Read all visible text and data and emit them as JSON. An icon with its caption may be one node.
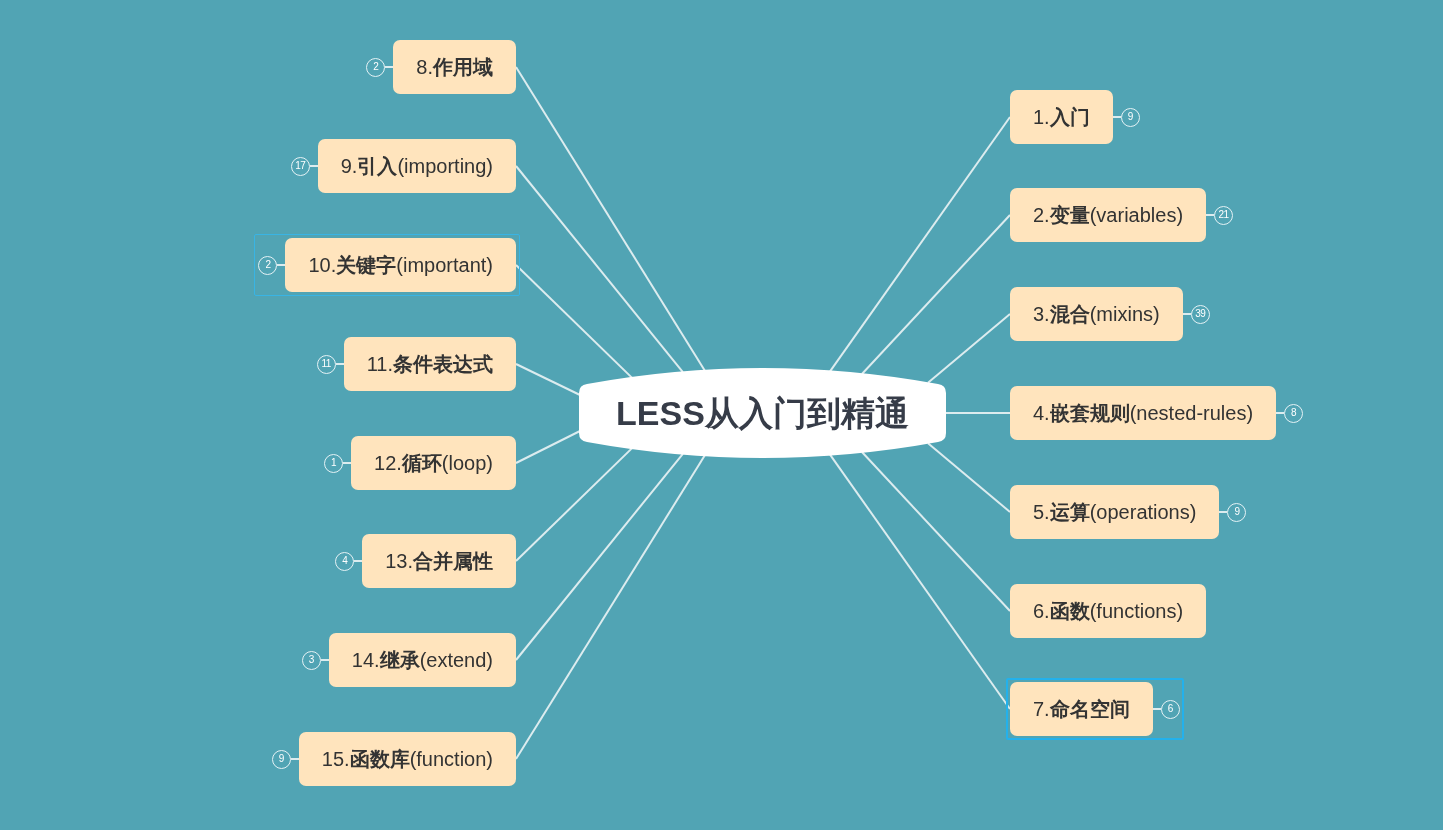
{
  "diagram": {
    "nodes": [
      {
        "text": [
          "LESS从入门到精通"
        ]
      },
      {
        "text": [
          "1.**入门**"
        ],
        "beside": [
          "9"
        ]
      },
      {
        "text": [
          "2.**变量**(variables)"
        ],
        "beside": [
          "21"
        ]
      },
      {
        "text": [
          "3.**混合**(mixins)"
        ],
        "beside": [
          "39"
        ]
      },
      {
        "text": [
          "4.**嵌套规则**(nested-rules)"
        ],
        "beside": [
          "8"
        ]
      },
      {
        "text": [
          "5.**运算**(operations)"
        ],
        "beside": [
          "9"
        ]
      },
      {
        "text": [
          "6.**函数**(functions)"
        ]
      },
      {
        "text": [
          "7.**命名空间**"
        ],
        "beside": [
          "6"
        ]
      },
      {
        "text": [
          "8.**作用域**"
        ],
        "beside": [
          "2"
        ]
      },
      {
        "text": [
          "9.**引入**(importing)"
        ],
        "beside": [
          "17"
        ]
      },
      {
        "text": [
          "10.**关键字**(important)"
        ],
        "beside": [
          "2"
        ]
      },
      {
        "text": [
          "11.**条件表达式**"
        ],
        "beside": [
          "11"
        ]
      },
      {
        "text": [
          "12.**循环**(loop)"
        ],
        "beside": [
          "1"
        ]
      },
      {
        "text": [
          "13.**合并属性**"
        ],
        "beside": [
          "4"
        ]
      },
      {
        "text": [
          "14.**继承**(extend)"
        ],
        "beside": [
          "3"
        ]
      },
      {
        "text": [
          "15.**函数库**(function)"
        ],
        "beside": [
          "9"
        ]
      }
    ],
    "edges": [
      {
        "from": 0,
        "to": 1,
        "arrow": "none"
      },
      {
        "from": 0,
        "to": 2,
        "arrow": "none"
      },
      {
        "from": 0,
        "to": 3,
        "arrow": "none"
      },
      {
        "from": 0,
        "to": 4,
        "arrow": "none"
      },
      {
        "from": 0,
        "to": 5,
        "arrow": "none"
      },
      {
        "from": 0,
        "to": 6,
        "arrow": "none"
      },
      {
        "from": 0,
        "to": 7,
        "arrow": "none"
      },
      {
        "from": 0,
        "to": 8,
        "arrow": "none"
      },
      {
        "from": 0,
        "to": 9,
        "arrow": "none"
      },
      {
        "from": 0,
        "to": 10,
        "arrow": "none"
      },
      {
        "from": 0,
        "to": 11,
        "arrow": "none"
      },
      {
        "from": 0,
        "to": 12,
        "arrow": "none"
      },
      {
        "from": 0,
        "to": 13,
        "arrow": "none"
      },
      {
        "from": 0,
        "to": 14,
        "arrow": "none"
      },
      {
        "from": 0,
        "to": 15,
        "arrow": "none"
      }
    ]
  }
}
